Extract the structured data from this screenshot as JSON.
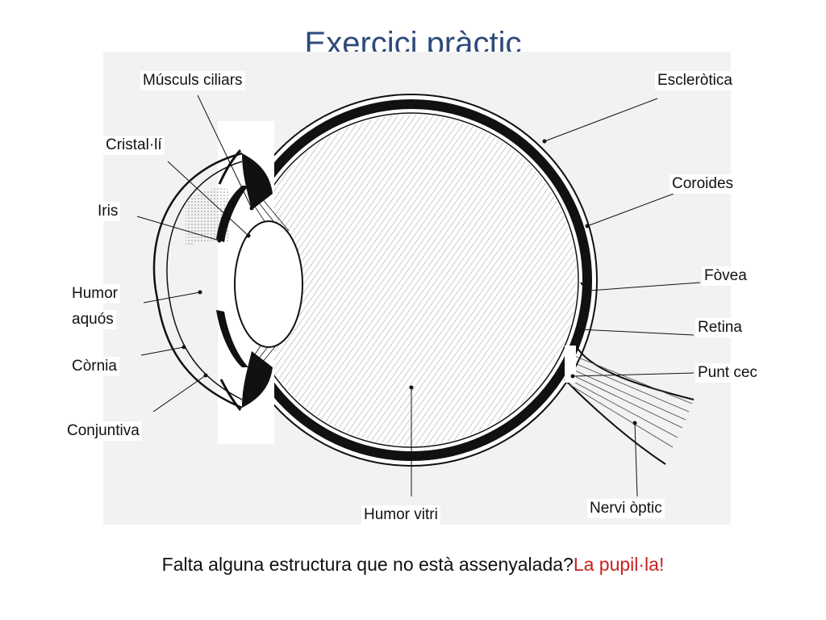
{
  "title": "Exercici pràctic",
  "labels": {
    "musculs_ciliars": "Músculs ciliars",
    "escler": "Escleròtica",
    "cristal": "Cristal·lí",
    "coroides": "Coroides",
    "iris": "Iris",
    "fovea": "Fòvea",
    "humor_aquos_1": "Humor",
    "humor_aquos_2": "aquós",
    "retina": "Retina",
    "cornia": "Còrnia",
    "punt_cec": "Punt cec",
    "conjuntiva": "Conjuntiva",
    "nervi_optic": "Nervi òptic",
    "humor_vitri": "Humor vitri"
  },
  "question": {
    "text": "Falta alguna estructura que no està assenyalada?",
    "answer": "La pupil·la!"
  },
  "colors": {
    "title": "#2e4a7a",
    "answer": "#cc1f1f"
  }
}
